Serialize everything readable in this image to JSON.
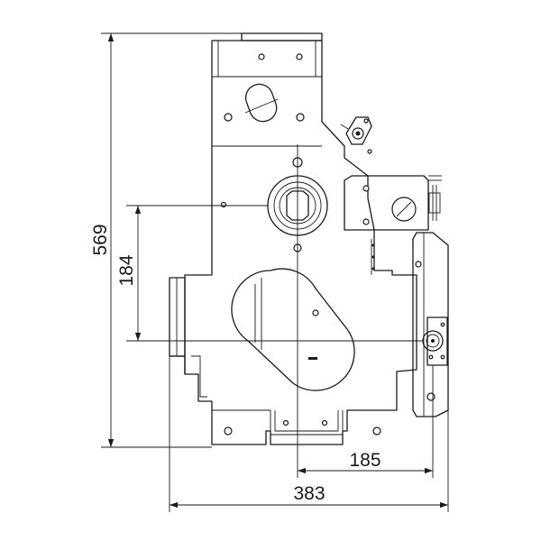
{
  "drawing": {
    "dimensions": {
      "overall_height": "569",
      "shaft_offset": "184",
      "hole_spacing": "185",
      "overall_width": "383"
    }
  }
}
